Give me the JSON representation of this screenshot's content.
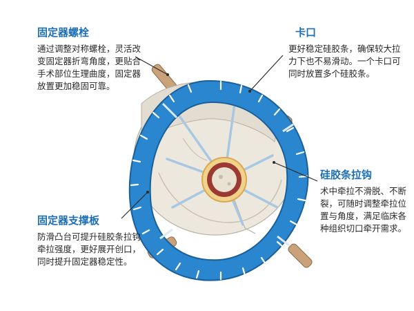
{
  "callouts": {
    "screw": {
      "title": "固定器螺栓",
      "text": "通过调整对称螺栓，灵活改变固定器折弯角度，更贴合手术部位生理曲度，固定器放置更加稳固可靠。"
    },
    "clip": {
      "title": "卡口",
      "text": "更好稳定硅胶条，确保较大拉力下也不易滑动。一个卡口可同时放置多个硅胶条。"
    },
    "hook": {
      "title": "硅胶条拉钩",
      "text": "术中牵拉不滑脱、不断裂，可随时调整牵拉位置与角度，满足临床各种组织切口牵开需求。"
    },
    "plate": {
      "title": "固定器支撑板",
      "text": "防滑凸台可提升硅胶条拉钩牵拉强度，更好展开创口，同时提升固定器稳定性。"
    }
  },
  "colors": {
    "title": "#1c6fb6",
    "ring": "#2a86cf",
    "ring_dark": "#1b5f99",
    "bone": "#ece8de",
    "bolt": "#c9a27a",
    "band": "#a7c7e2",
    "wound": "#9a3a32"
  }
}
